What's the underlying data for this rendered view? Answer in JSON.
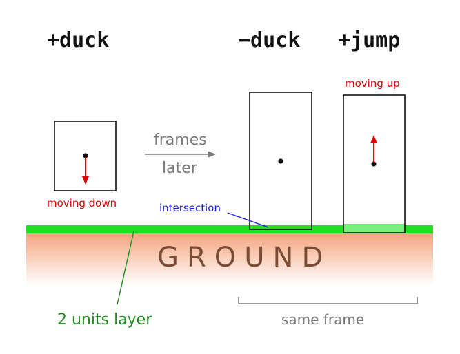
{
  "labels": {
    "cmd_duck_plus": "+duck",
    "cmd_duck_minus": "−duck",
    "cmd_jump_plus": "+jump",
    "frames_line1": "frames",
    "frames_line2": "later",
    "moving_down": "moving down",
    "moving_up": "moving up",
    "intersection": "intersection",
    "ground": "GROUND",
    "layer": "2 units layer",
    "same_frame": "same frame"
  },
  "colors": {
    "arrow_red": "#e00000",
    "layer_green": "#22dd22",
    "intersection_blue": "#1e1ee0",
    "ground_top": "#f4a37c",
    "ground_text": "#7a4b35",
    "layer_label_green": "#1f8a1f",
    "gray": "#7a7a7a"
  }
}
